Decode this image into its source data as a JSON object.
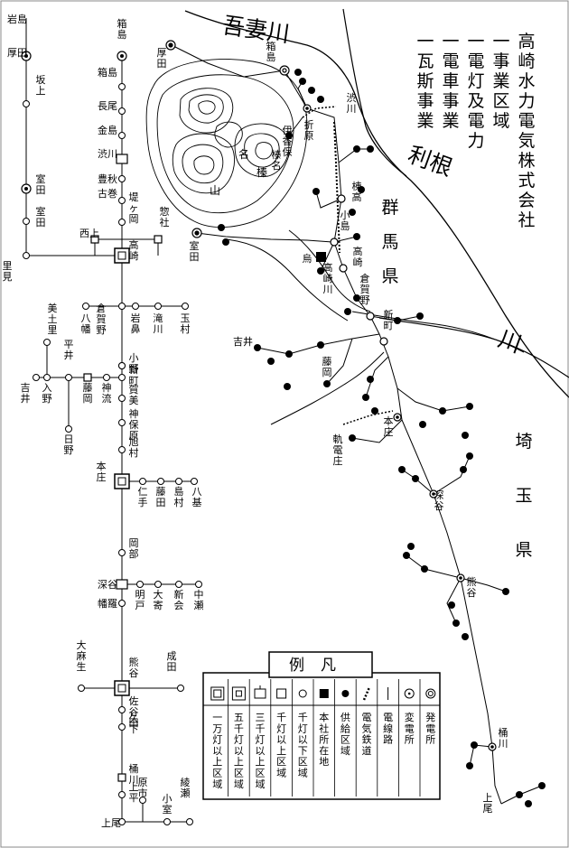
{
  "title_lines": [
    "高崎水力電気株式会社",
    "一事業区域",
    "一電灯及電力",
    "一電車事業",
    "一瓦斯事業"
  ],
  "rivers": {
    "agatsuma": "吾妻川",
    "tone": "利根",
    "tone_tail": "川",
    "takasaki": "高崎川"
  },
  "prefectures": {
    "gunma": "群馬県",
    "saitama": "埼玉県"
  },
  "mountain": "榛名山",
  "legend": {
    "title": "例凡",
    "items": [
      {
        "symbol": "10000-lamp-area",
        "label": "一万灯以上区域"
      },
      {
        "symbol": "5000-lamp-area",
        "label": "五千灯以上区域"
      },
      {
        "symbol": "3000-lamp-area",
        "label": "三千灯以上区域"
      },
      {
        "symbol": "1000-lamp-area",
        "label": "千灯以上区域"
      },
      {
        "symbol": "under-1000-lamp-area",
        "label": "千灯以下区域"
      },
      {
        "symbol": "head-office",
        "label": "本社所在地"
      },
      {
        "symbol": "supply-area",
        "label": "供給区域"
      },
      {
        "symbol": "electric-railway",
        "label": "電気鉄道"
      },
      {
        "symbol": "power-line",
        "label": "電線路"
      },
      {
        "symbol": "substation",
        "label": "変電所"
      },
      {
        "symbol": "power-station",
        "label": "発電所"
      }
    ]
  },
  "map_labels": {
    "hakoshima": "箱島",
    "atsuta": "厚田",
    "shibukawa": "渋川",
    "orihara": "折原",
    "ikaho": "伊香保",
    "haruna": "榛名",
    "kodai": "棟高",
    "ojima": "小島",
    "karasu": "烏",
    "takasaki": "高崎",
    "kuragano": "倉賀野",
    "shinmachi": "新町",
    "yoshii": "吉井",
    "fujioka": "藤岡",
    "honjo": "本庄",
    "kido": "軌電庄",
    "fukaya": "深谷",
    "kumagaya": "熊谷",
    "okegawa": "桶川",
    "ageo": "上尾",
    "murota": "室田"
  },
  "schematic": {
    "left_branch": [
      "岩島",
      "厚田",
      "坂上",
      "室田",
      "室田",
      "里見"
    ],
    "trunk": [
      "箱島",
      "箱島",
      "長尾",
      "金島",
      "渋川",
      "豊秋",
      "古巻",
      "堤ヶ岡",
      "高崎",
      "倉賀野",
      "小野",
      "新町",
      "賀美",
      "神保原",
      "旭村",
      "本庄",
      "岡部",
      "深谷",
      "幡羅",
      "熊谷",
      "佐谷田",
      "久下",
      "桶川",
      "上平",
      "上尾"
    ],
    "side": [
      "西上",
      "惣社",
      "八幡",
      "岩鼻",
      "滝川",
      "玉村",
      "美土里",
      "平井",
      "吉井",
      "入野",
      "藤岡",
      "神流",
      "日野",
      "仁手",
      "藤田",
      "島村",
      "八基",
      "明戸",
      "大寄",
      "新会",
      "中瀬",
      "大麻生",
      "成田",
      "原市",
      "小室",
      "綾瀬"
    ]
  }
}
